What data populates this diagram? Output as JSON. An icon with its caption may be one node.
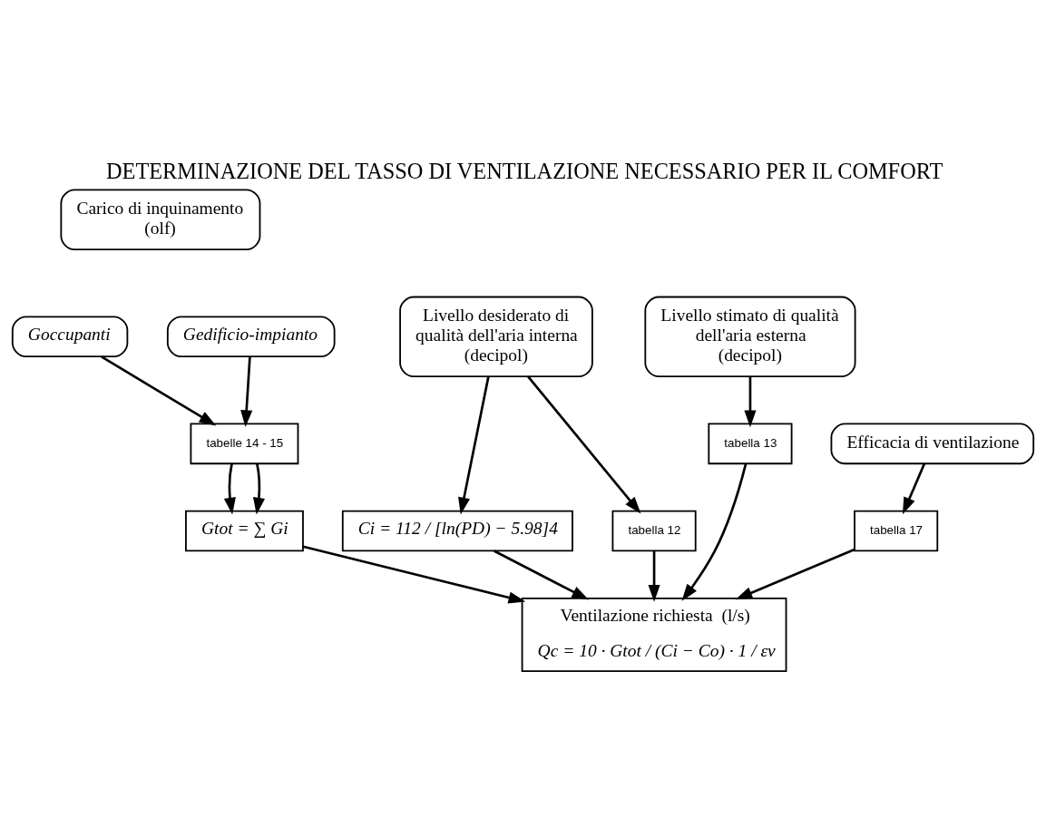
{
  "diagram": {
    "title": "DETERMINAZIONE DEL TASSO DI VENTILAZIONE NECESSARIO PER IL COMFORT",
    "nodes": [
      {
        "text": [
          "Carico di inquinamento (olf)"
        ]
      },
      {
        "text": [
          "Goccupanti"
        ]
      },
      {
        "text": [
          "Gedificio-impianto"
        ]
      },
      {
        "text": [
          "tabelle 14 - 15"
        ]
      },
      {
        "text": [
          "Gtot = ∑ Gi"
        ]
      },
      {
        "text": [
          "Livello desiderato di qualità dell'aria interna (decipol)"
        ]
      },
      {
        "text": [
          "Ci = 112 / [ln(PD) − 5.98]4"
        ]
      },
      {
        "text": [
          "tabella 12"
        ]
      },
      {
        "text": [
          "Livello stimato di qualità dell'aria esterna (decipol)"
        ]
      },
      {
        "text": [
          "tabella 13"
        ]
      },
      {
        "text": [
          "Efficacia di ventilazione"
        ]
      },
      {
        "text": [
          "tabella 17"
        ]
      },
      {
        "text": [
          "Ventilazione richiesta  (l/s)",
          "Qc = 10 · Gtot / (Ci − Co) · 1 / εv"
        ]
      }
    ],
    "edges": [
      {
        "from": 1,
        "to": 3,
        "arrow": "to"
      },
      {
        "from": 2,
        "to": 3,
        "arrow": "to"
      },
      {
        "from": 3,
        "to": 4,
        "arrow": "to"
      },
      {
        "from": 3,
        "to": 4,
        "arrow": "to"
      },
      {
        "from": 5,
        "to": 6,
        "arrow": "to"
      },
      {
        "from": 5,
        "to": 7,
        "arrow": "to"
      },
      {
        "from": 4,
        "to": 12,
        "arrow": "to"
      },
      {
        "from": 6,
        "to": 12,
        "arrow": "to"
      },
      {
        "from": 7,
        "to": 12,
        "arrow": "to"
      },
      {
        "from": 8,
        "to": 9,
        "arrow": "to"
      },
      {
        "from": 9,
        "to": 12,
        "arrow": "to"
      },
      {
        "from": 10,
        "to": 11,
        "arrow": "to"
      },
      {
        "from": 11,
        "to": 12,
        "arrow": "to"
      }
    ]
  }
}
